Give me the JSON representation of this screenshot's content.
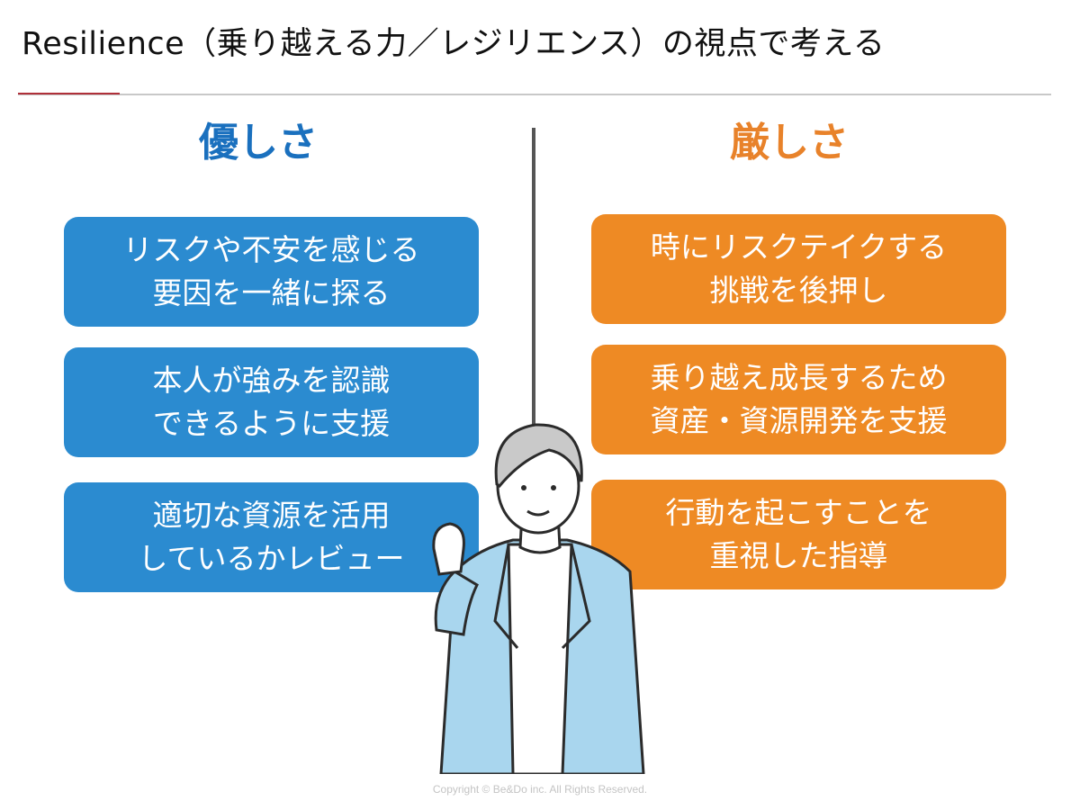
{
  "title": "Resilience（乗り越える力／レジリエンス）の視点で考える",
  "left": {
    "heading": "優しさ",
    "color": "#2b8bd0",
    "items": [
      {
        "line1": "リスクや不安を感じる",
        "line2": "要因を一緒に探る"
      },
      {
        "line1": "本人が強みを認識",
        "line2": "できるように支援"
      },
      {
        "line1": "適切な資源を活用",
        "line2": "しているかレビュー"
      }
    ]
  },
  "right": {
    "heading": "厳しさ",
    "color": "#ee8a24",
    "items": [
      {
        "line1": "時にリスクテイクする",
        "line2": "挑戦を後押し"
      },
      {
        "line1": "乗り越え成長するため",
        "line2": "資産・資源開発を支援"
      },
      {
        "line1": "行動を起こすことを",
        "line2": "重視した指導"
      }
    ]
  },
  "copyright": "Copyright © Be&Do inc. All Rights Reserved."
}
